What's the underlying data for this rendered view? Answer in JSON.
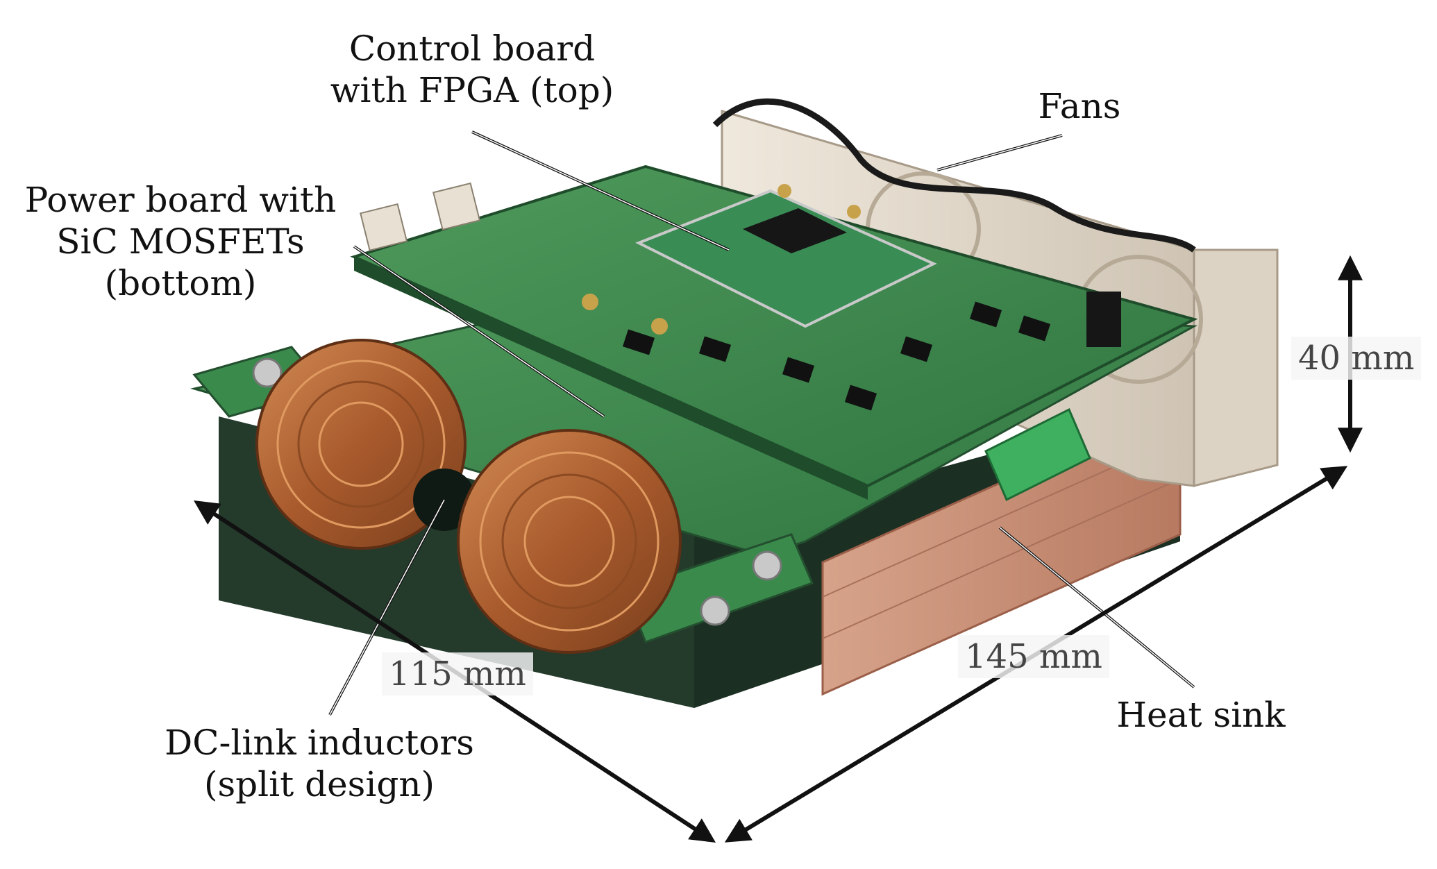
{
  "labels": {
    "control_board": [
      "Control board",
      "with FPGA (top)"
    ],
    "fans": "Fans",
    "power_board": [
      "Power board with",
      "SiC MOSFETs",
      "(bottom)"
    ],
    "inductors": [
      "DC-link inductors",
      "(split design)"
    ],
    "heat_sink": "Heat sink"
  },
  "dimensions": {
    "height": "40 mm",
    "length": "145 mm",
    "width": "115 mm"
  },
  "colors": {
    "pcb_green": "#3f8a4d",
    "pcb_dark": "#1f4d2b",
    "copper": "#b86a3a",
    "heat_sink": "#c58c72",
    "fan_beige": "#e6ddd0",
    "leader": "#111111"
  }
}
